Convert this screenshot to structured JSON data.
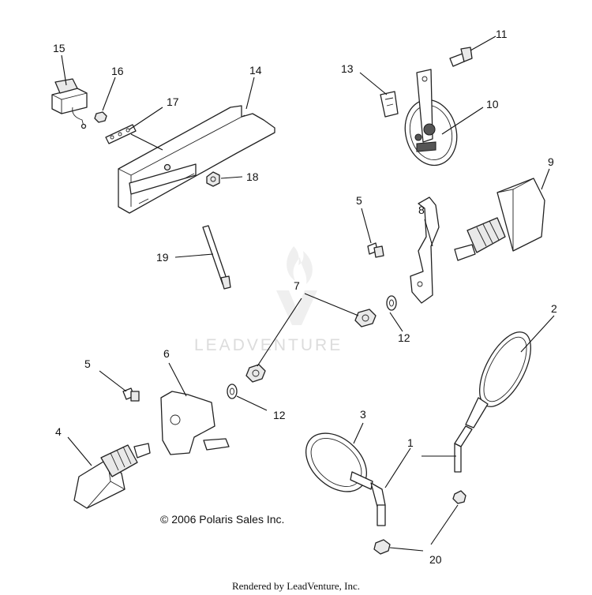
{
  "watermark": {
    "text": "LEADVENTURE"
  },
  "copyright": "© 2006 Polaris Sales Inc.",
  "footer": "Rendered by LeadVenture, Inc.",
  "callouts": [
    "1",
    "2",
    "3",
    "4",
    "5",
    "5",
    "6",
    "7",
    "8",
    "9",
    "10",
    "11",
    "12",
    "12",
    "13",
    "14",
    "15",
    "16",
    "17",
    "18",
    "19",
    "20"
  ]
}
